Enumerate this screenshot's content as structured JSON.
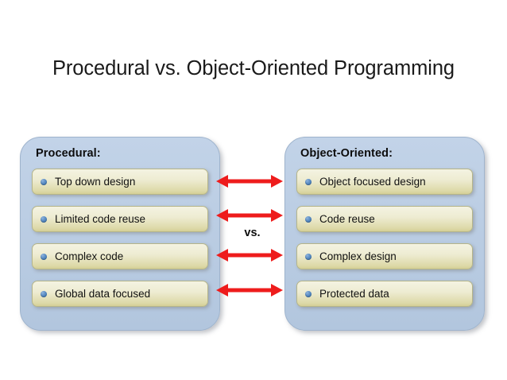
{
  "slide": {
    "title": "Procedural vs. Object-Oriented Programming",
    "background": "#ffffff"
  },
  "center": {
    "vs_label": "vs.",
    "arrow_color": "#ee1c1c",
    "arrows": [
      {
        "name": "arrow-row-1",
        "direction": "double"
      },
      {
        "name": "arrow-row-2",
        "direction": "double"
      },
      {
        "name": "arrow-row-3",
        "direction": "double"
      },
      {
        "name": "arrow-row-4",
        "direction": "double"
      }
    ]
  },
  "panels": {
    "left": {
      "header": "Procedural:",
      "accent": "#bccee4",
      "items": [
        {
          "bullet": "bullet-dot-icon",
          "label": "Top down design"
        },
        {
          "bullet": "bullet-dot-icon",
          "label": "Limited code reuse"
        },
        {
          "bullet": "bullet-dot-icon",
          "label": "Complex code"
        },
        {
          "bullet": "bullet-dot-icon",
          "label": "Global data focused"
        }
      ]
    },
    "right": {
      "header": "Object-Oriented:",
      "accent": "#bccee4",
      "items": [
        {
          "bullet": "bullet-dot-icon",
          "label": "Object focused design"
        },
        {
          "bullet": "bullet-dot-icon",
          "label": "Code reuse"
        },
        {
          "bullet": "bullet-dot-icon",
          "label": "Complex design"
        },
        {
          "bullet": "bullet-dot-icon",
          "label": "Protected data"
        }
      ]
    }
  },
  "colors": {
    "panel_fill": "#bccee4",
    "item_fill_top": "#f4f3e2",
    "item_fill_bottom": "#d4cf96",
    "bullet": "#2f6aa8",
    "arrow": "#ee1c1c",
    "text": "#111111"
  }
}
